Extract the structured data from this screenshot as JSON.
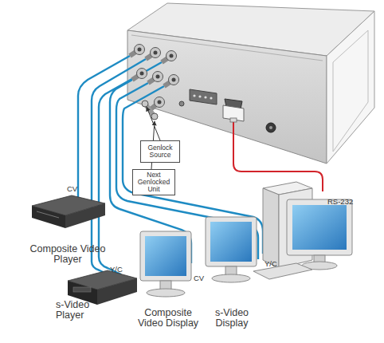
{
  "diagram": {
    "nodes": [
      {
        "text": [
          "Genlock Source"
        ]
      },
      {
        "text": [
          "Next Genlocked Unit"
        ]
      },
      {
        "text": [
          "Composite Video Player"
        ]
      },
      {
        "text": [
          "s-Video Player"
        ]
      },
      {
        "text": [
          "Composite Video Display"
        ]
      },
      {
        "text": [
          "s-Video Display"
        ]
      }
    ],
    "labels": [
      "CV",
      "Y/C",
      "CV",
      "Y/C",
      "RS-232"
    ]
  }
}
